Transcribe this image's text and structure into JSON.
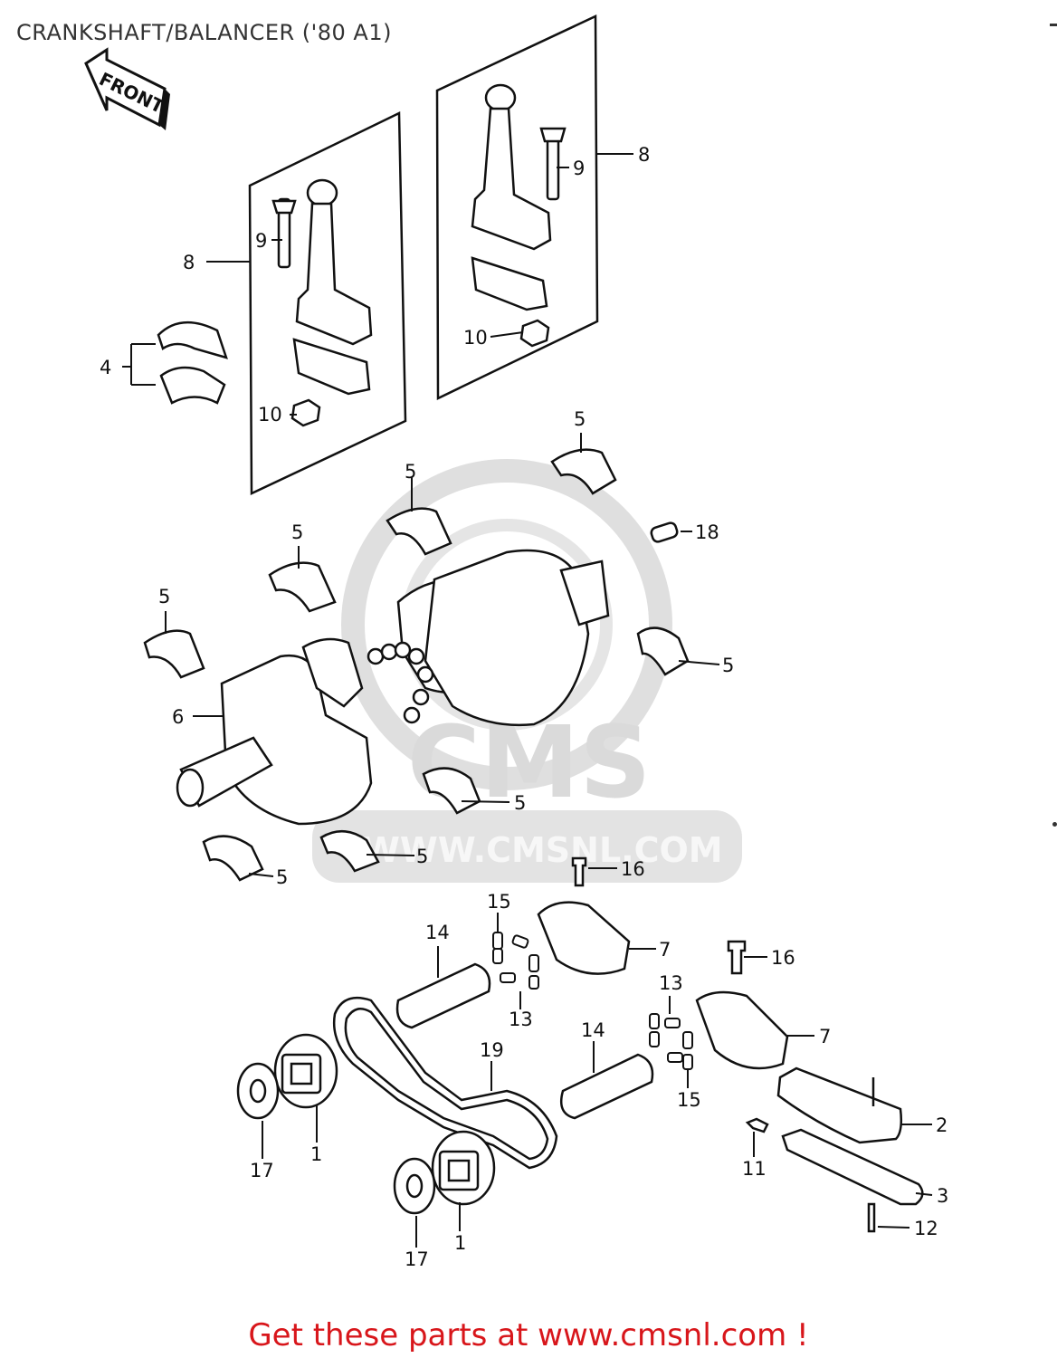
{
  "header": {
    "title": "CRANKSHAFT/BALANCER ('80 A1)"
  },
  "direction_arrow": {
    "label": "FRONT"
  },
  "watermark": {
    "brand": "CMS",
    "url": "WWW.CMSNL.COM"
  },
  "callouts": {
    "c1": "8",
    "c2": "9",
    "c3": "9",
    "c4": "8",
    "c5": "4",
    "c6": "10",
    "c7": "10",
    "c8": "5",
    "c9": "5",
    "c10": "5",
    "c11": "5",
    "c12": "18",
    "c13": "5",
    "c14": "6",
    "c15": "5",
    "c16": "5",
    "c17": "5",
    "c18": "16",
    "c19": "15",
    "c20": "14",
    "c21": "7",
    "c22": "13",
    "c23": "16",
    "c24": "13",
    "c25": "7",
    "c26": "14",
    "c27": "19",
    "c28": "15",
    "c29": "2",
    "c30": "11",
    "c31": "3",
    "c32": "12",
    "c33": "17",
    "c34": "1",
    "c35": "17",
    "c36": "1"
  },
  "footer": {
    "link_text": "Get these parts at www.cmsnl.com !"
  }
}
